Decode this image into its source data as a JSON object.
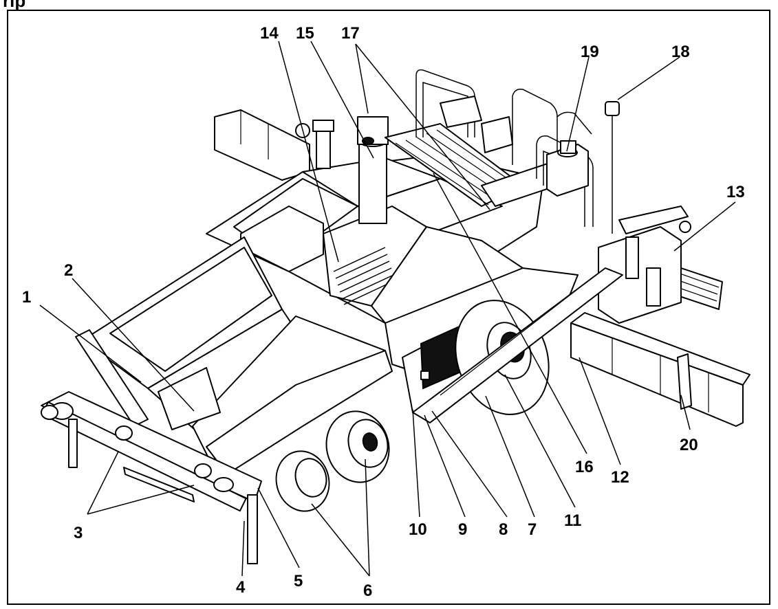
{
  "heading": "rip",
  "callouts": [
    "1",
    "2",
    "3",
    "4",
    "5",
    "6",
    "7",
    "8",
    "9",
    "10",
    "11",
    "12",
    "13",
    "14",
    "15",
    "16",
    "17",
    "18",
    "19",
    "20"
  ]
}
